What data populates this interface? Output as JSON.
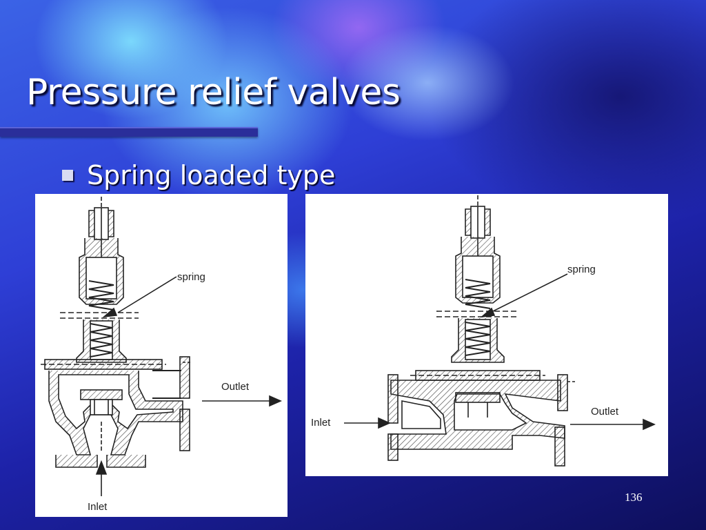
{
  "slide": {
    "title": "Pressure relief valves",
    "bullet": "Spring loaded type",
    "page_number": "136"
  },
  "figures": {
    "left": {
      "spring": "spring",
      "outlet": "Outlet",
      "inlet": "Inlet"
    },
    "right": {
      "spring": "spring",
      "outlet": "Outlet",
      "inlet": "Inlet"
    }
  }
}
